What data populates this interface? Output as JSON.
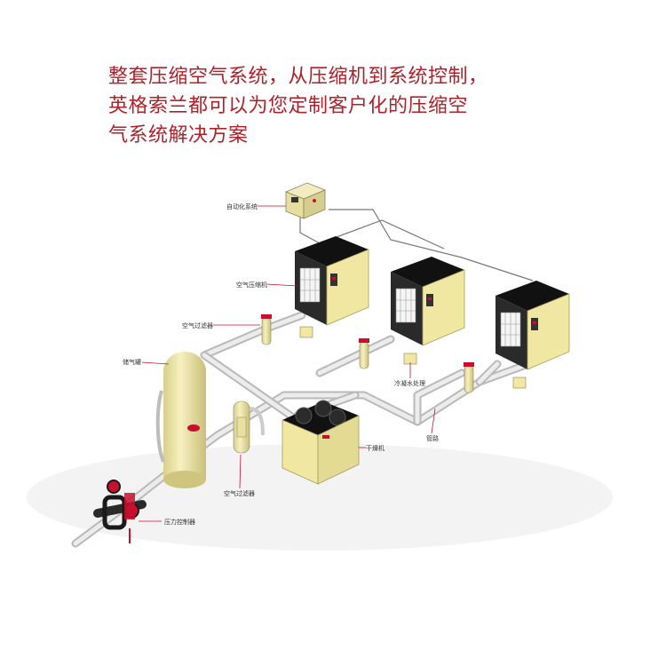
{
  "headline": {
    "line1": "整套压缩空气系统，从压缩机到系统控制，",
    "line2": "英格索兰都可以为您定制客户化的压缩空",
    "line3": "气系统解决方案"
  },
  "labels": {
    "automation": "自动化系统",
    "compressor": "空气压缩机",
    "filter_top": "空气过滤器",
    "tank": "储气罐",
    "condensate": "冷凝水处理",
    "piping": "管路",
    "dryer": "干燥机",
    "filter_bottom": "空气过滤器",
    "pressure": "压力控制器"
  },
  "colors": {
    "headline": "#b0222b",
    "accent": "#c8102e",
    "equipment": "#efe7a2",
    "cabinet": "#1c1c1c",
    "pipe": "#cfcfcf"
  }
}
